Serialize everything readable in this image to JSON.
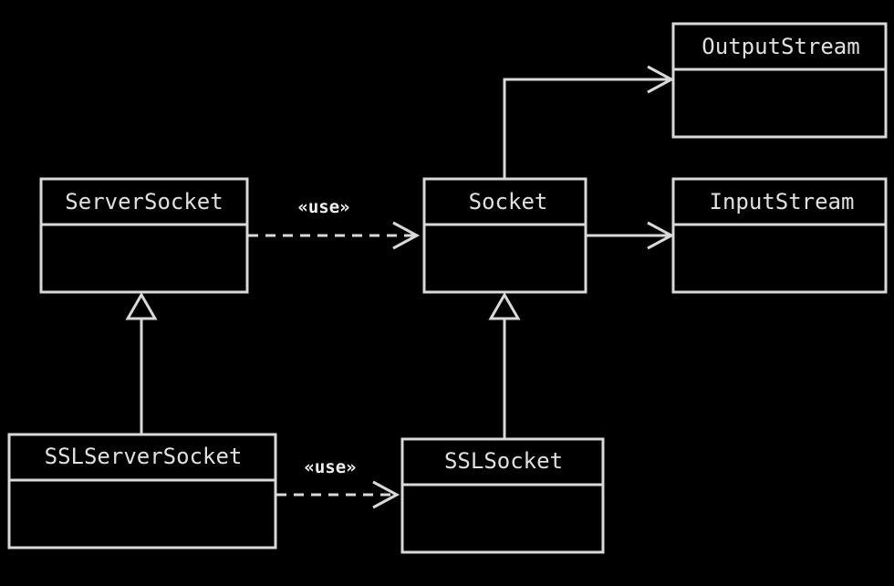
{
  "diagram": {
    "type": "uml-class-diagram",
    "classes": {
      "server_socket": "ServerSocket",
      "socket": "Socket",
      "output_stream": "OutputStream",
      "input_stream": "InputStream",
      "ssl_server_socket": "SSLServerSocket",
      "ssl_socket": "SSLSocket"
    },
    "relations": {
      "server_socket_uses_socket": "«use»",
      "ssl_server_socket_uses_ssl_socket": "«use»"
    }
  },
  "colors": {
    "background": "#000000",
    "stroke": "#d9d9d9",
    "text": "#e0e0e0"
  }
}
